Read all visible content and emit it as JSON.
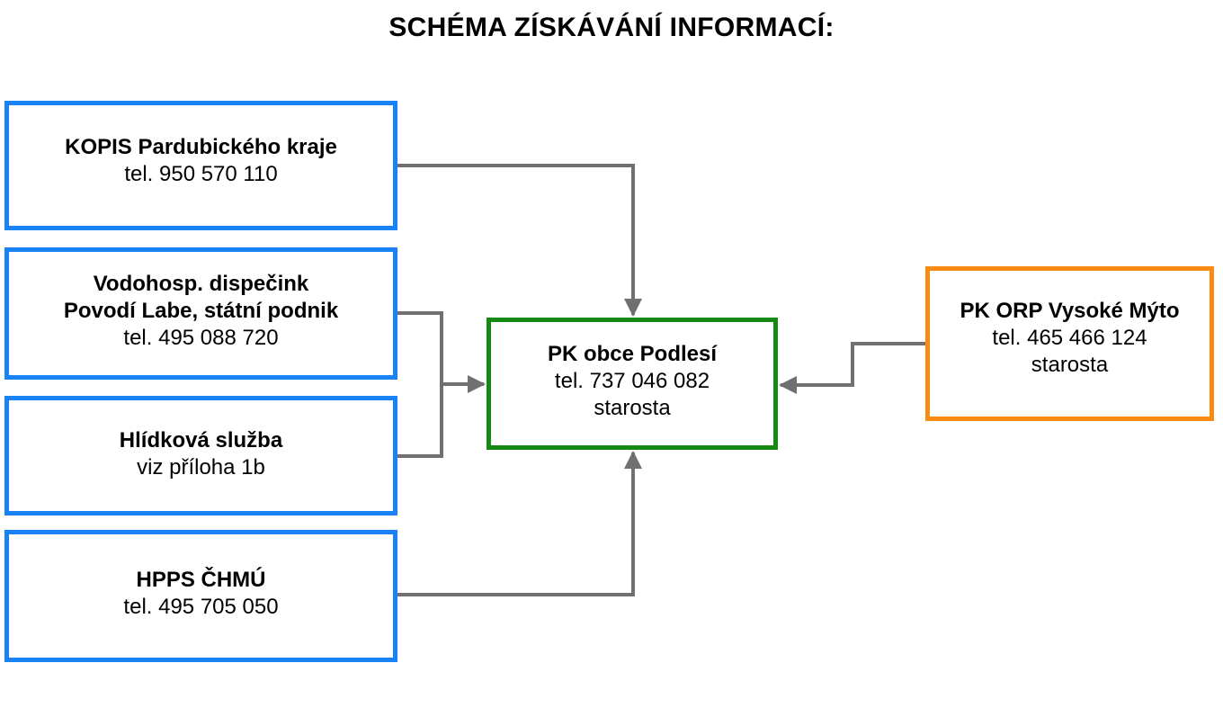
{
  "title": "SCHÉMA ZÍSKÁVÁNÍ INFORMACÍ:",
  "nodes": {
    "kopis": {
      "name": "KOPIS Pardubického kraje",
      "lines": [
        "tel. 950 570 110"
      ],
      "color": "#1a82f7"
    },
    "povodi": {
      "name_lines": [
        "Vodohosp. dispečink",
        "Povodí Labe, státní podnik"
      ],
      "lines": [
        "tel. 495 088 720"
      ],
      "color": "#1a82f7"
    },
    "hlidka": {
      "name": "Hlídková služba",
      "lines": [
        "viz příloha 1b"
      ],
      "color": "#1a82f7"
    },
    "hpps": {
      "name": "HPPS ČHMÚ",
      "lines": [
        "tel. 495 705 050"
      ],
      "color": "#1a82f7"
    },
    "center": {
      "name": "PK obce Podlesí",
      "lines": [
        "tel. 737 046 082",
        "starosta"
      ],
      "color": "#158a12"
    },
    "orp": {
      "name": "PK ORP Vysoké Mýto",
      "lines": [
        "tel. 465 466 124",
        "starosta"
      ],
      "color": "#f98a12"
    }
  },
  "edges": [
    {
      "from": "kopis",
      "to": "center"
    },
    {
      "from": "povodi",
      "to": "center"
    },
    {
      "from": "hlidka",
      "to": "center"
    },
    {
      "from": "hpps",
      "to": "center"
    },
    {
      "from": "orp",
      "to": "center"
    }
  ],
  "connector_color": "#707070"
}
